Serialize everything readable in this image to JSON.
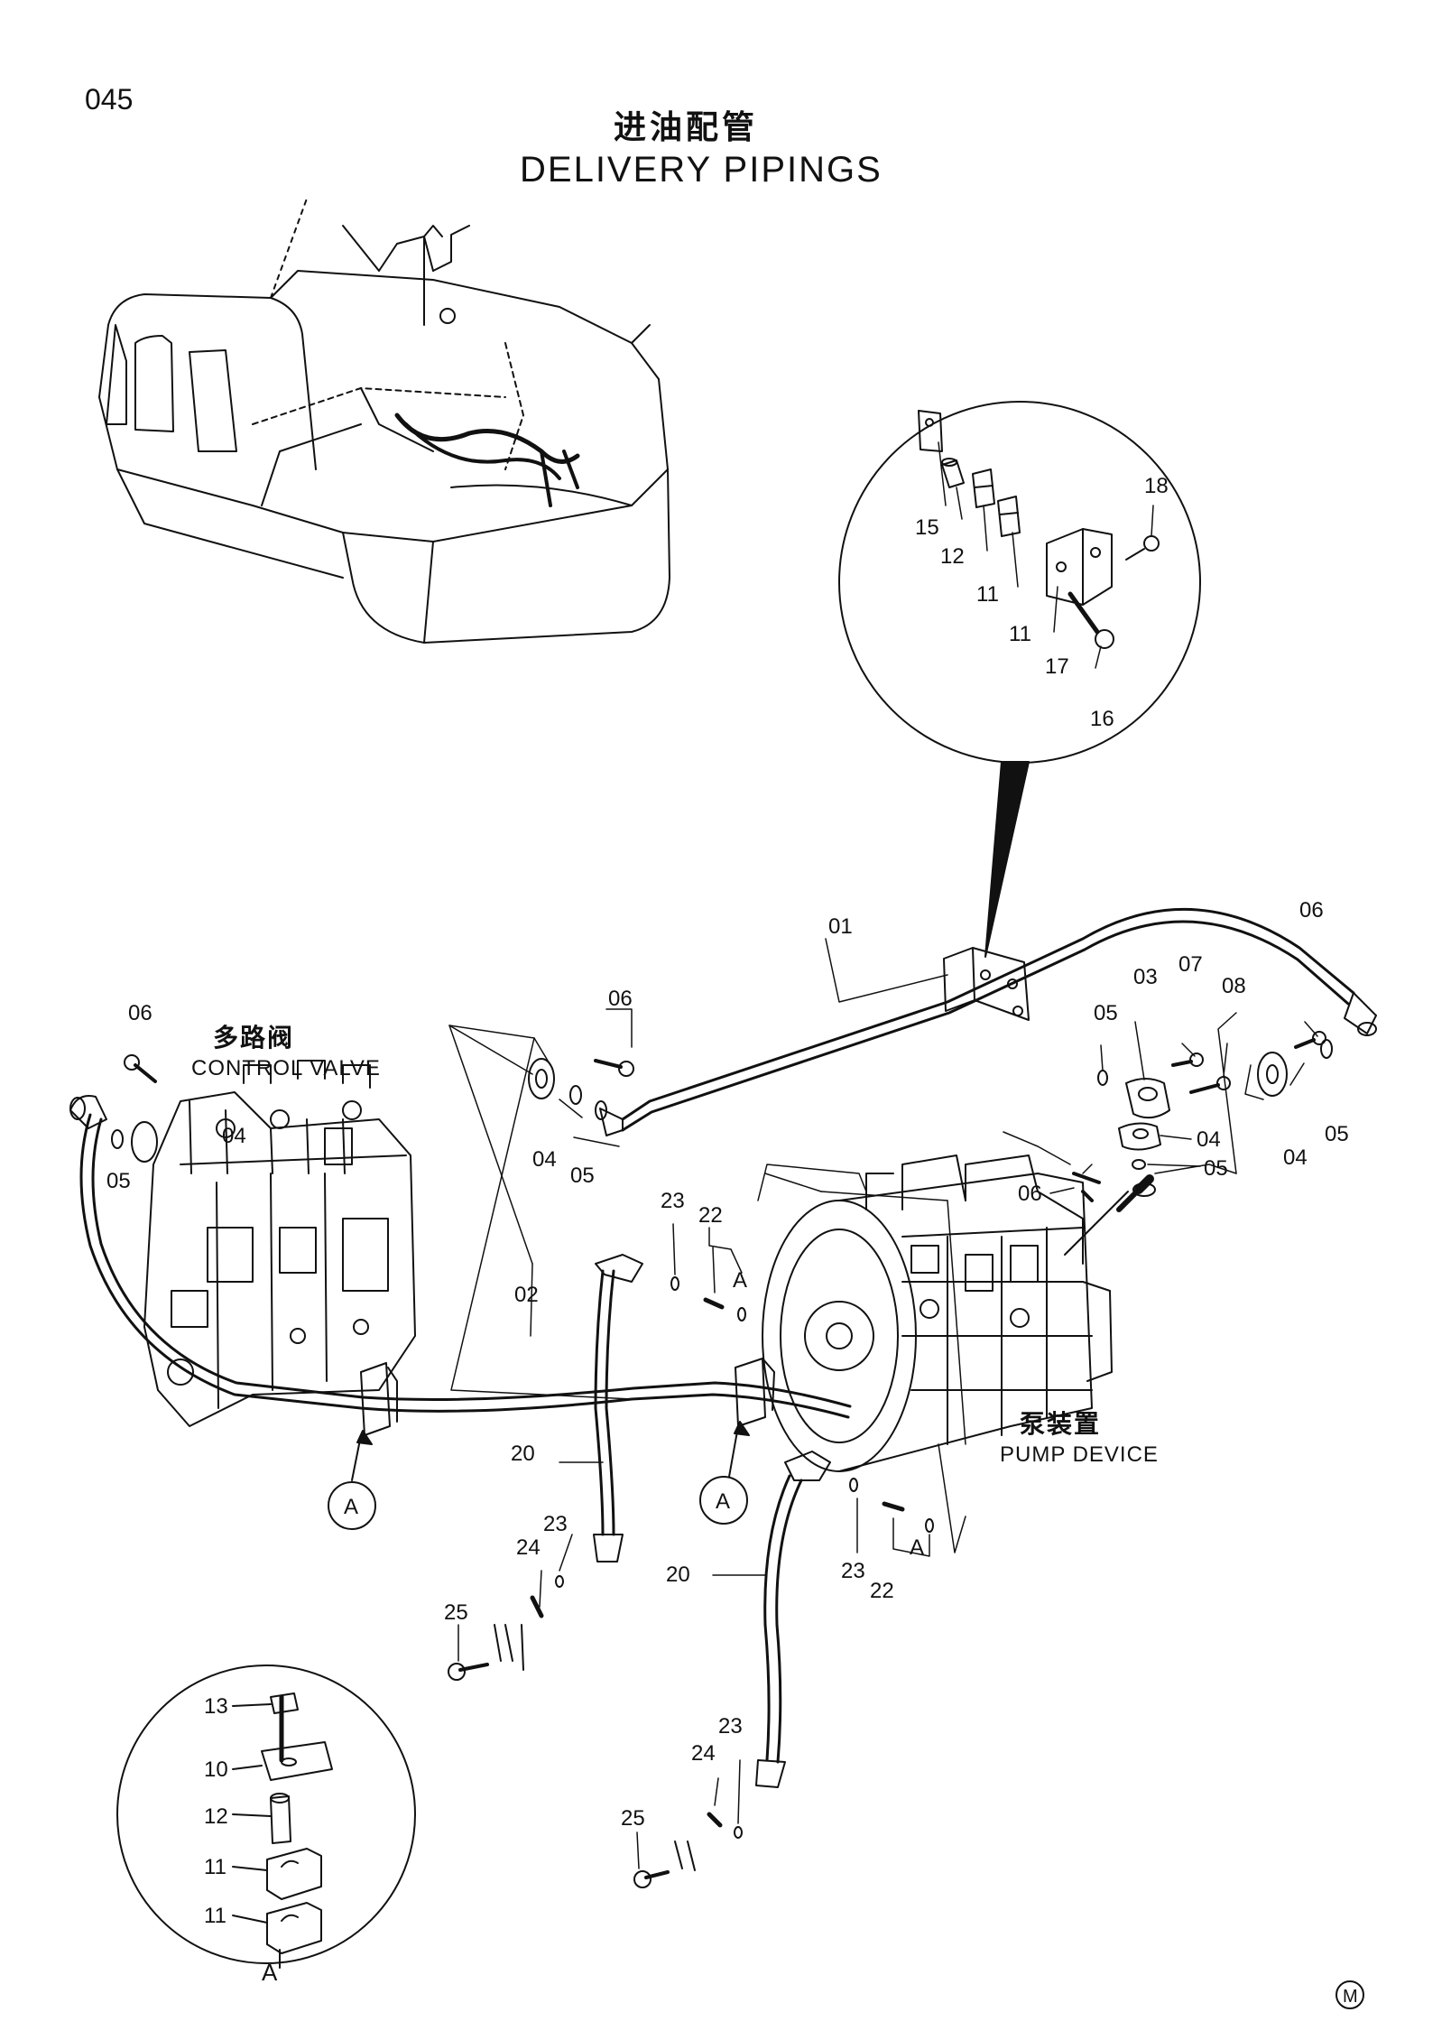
{
  "page": {
    "number": "045",
    "title_cn": "进油配管",
    "title_en": "DELIVERY PIPINGS",
    "mark": "M"
  },
  "components": {
    "control_valve_cn": "多路阀",
    "control_valve_en": "CONTROL VALVE",
    "pump_device_cn": "泵装置",
    "pump_device_en": "PUMP DEVICE"
  },
  "detail_marker": "A",
  "callouts": {
    "c01": "01",
    "c02": "02",
    "c03": "03",
    "c04a": "04",
    "c04b": "04",
    "c04c": "04",
    "c04d": "04",
    "c05a": "05",
    "c05b": "05",
    "c05c": "05",
    "c05d": "05",
    "c05e": "05",
    "c06a": "06",
    "c06b": "06",
    "c06c": "06",
    "c06d": "06",
    "c07": "07",
    "c08": "08",
    "c10": "10",
    "c11a": "11",
    "c11b": "11",
    "c11c": "11",
    "c11d": "11",
    "c12a": "12",
    "c12b": "12",
    "c13": "13",
    "c15": "15",
    "c16": "16",
    "c17": "17",
    "c18": "18",
    "c20a": "20",
    "c20b": "20",
    "c22a": "22",
    "c22b": "22",
    "c23a": "23",
    "c23b": "23",
    "c23c": "23",
    "c23d": "23",
    "c24a": "24",
    "c24b": "24",
    "c25a": "25",
    "c25b": "25",
    "cAa": "A",
    "cAb": "A",
    "cAc": "A",
    "cAd": "A",
    "cAe": "A"
  }
}
